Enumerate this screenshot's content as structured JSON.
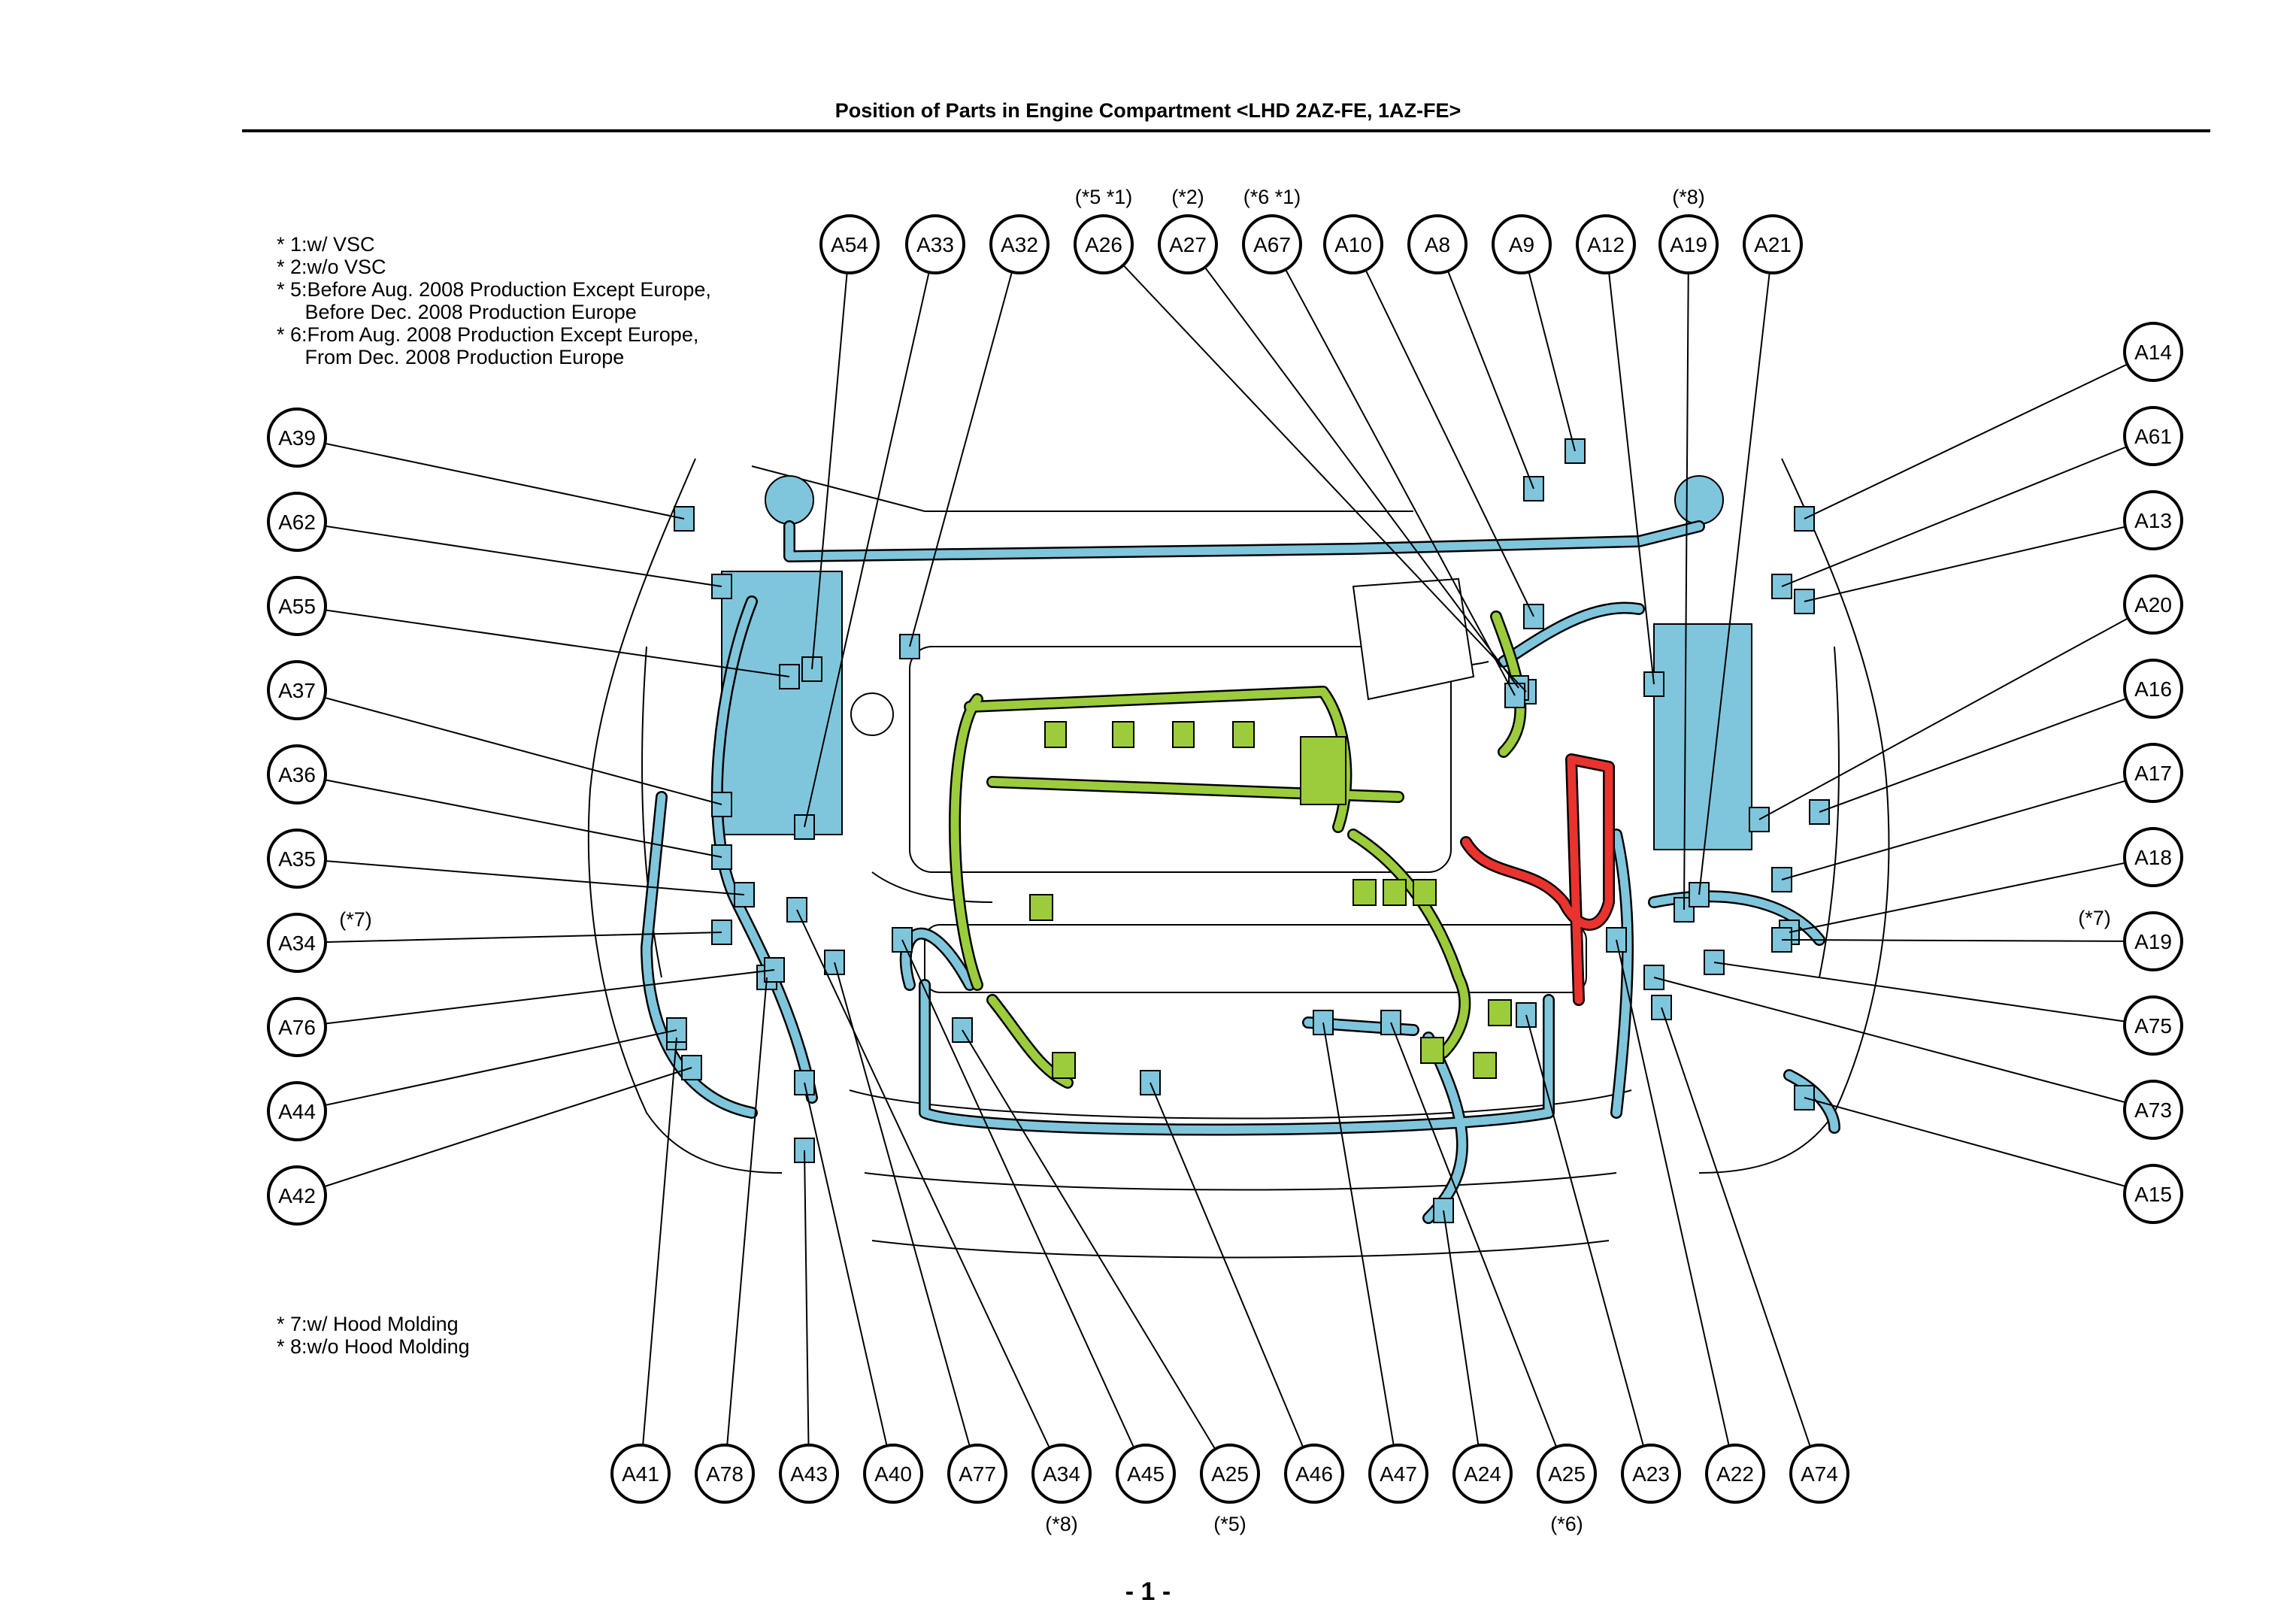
{
  "title": "Position of Parts in Engine Compartment <LHD 2AZ-FE, 1AZ-FE>",
  "page_number": "- 1 -",
  "notes_top": [
    "* 1:w/ VSC",
    "* 2:w/o VSC",
    "* 5:Before Aug. 2008 Production Except Europe,",
    "     Before Dec. 2008 Production Europe",
    "* 6:From Aug. 2008 Production Except Europe,",
    "     From Dec. 2008 Production Europe"
  ],
  "notes_bottom": [
    "* 7:w/ Hood Molding",
    "* 8:w/o Hood Molding"
  ],
  "colors": {
    "harness_blue": "#7fc6dc",
    "harness_green": "#9ccc3c",
    "harness_red": "#e8332e",
    "outline": "#000000"
  },
  "callouts": {
    "top": [
      {
        "label": "A54",
        "qualifier": ""
      },
      {
        "label": "A33",
        "qualifier": ""
      },
      {
        "label": "A32",
        "qualifier": ""
      },
      {
        "label": "A26",
        "qualifier": "(*5 *1)"
      },
      {
        "label": "A27",
        "qualifier": "(*2)"
      },
      {
        "label": "A67",
        "qualifier": "(*6 *1)"
      },
      {
        "label": "A10",
        "qualifier": ""
      },
      {
        "label": "A8",
        "qualifier": ""
      },
      {
        "label": "A9",
        "qualifier": ""
      },
      {
        "label": "A12",
        "qualifier": ""
      },
      {
        "label": "A19",
        "qualifier": "(*8)"
      },
      {
        "label": "A21",
        "qualifier": ""
      }
    ],
    "left": [
      {
        "label": "A39",
        "qualifier": ""
      },
      {
        "label": "A62",
        "qualifier": ""
      },
      {
        "label": "A55",
        "qualifier": ""
      },
      {
        "label": "A37",
        "qualifier": ""
      },
      {
        "label": "A36",
        "qualifier": ""
      },
      {
        "label": "A35",
        "qualifier": ""
      },
      {
        "label": "A34",
        "qualifier": "(*7)"
      },
      {
        "label": "A76",
        "qualifier": ""
      },
      {
        "label": "A44",
        "qualifier": ""
      },
      {
        "label": "A42",
        "qualifier": ""
      }
    ],
    "right": [
      {
        "label": "A14",
        "qualifier": ""
      },
      {
        "label": "A61",
        "qualifier": ""
      },
      {
        "label": "A13",
        "qualifier": ""
      },
      {
        "label": "A20",
        "qualifier": ""
      },
      {
        "label": "A16",
        "qualifier": ""
      },
      {
        "label": "A17",
        "qualifier": ""
      },
      {
        "label": "A18",
        "qualifier": ""
      },
      {
        "label": "A19",
        "qualifier": "(*7)"
      },
      {
        "label": "A75",
        "qualifier": ""
      },
      {
        "label": "A73",
        "qualifier": ""
      },
      {
        "label": "A15",
        "qualifier": ""
      }
    ],
    "bottom": [
      {
        "label": "A41",
        "qualifier": ""
      },
      {
        "label": "A78",
        "qualifier": ""
      },
      {
        "label": "A43",
        "qualifier": ""
      },
      {
        "label": "A40",
        "qualifier": ""
      },
      {
        "label": "A77",
        "qualifier": ""
      },
      {
        "label": "A34",
        "qualifier": "(*8)"
      },
      {
        "label": "A45",
        "qualifier": ""
      },
      {
        "label": "A25",
        "qualifier": "(*5)"
      },
      {
        "label": "A46",
        "qualifier": ""
      },
      {
        "label": "A47",
        "qualifier": ""
      },
      {
        "label": "A24",
        "qualifier": ""
      },
      {
        "label": "A25",
        "qualifier": "(*6)"
      },
      {
        "label": "A23",
        "qualifier": ""
      },
      {
        "label": "A22",
        "qualifier": ""
      },
      {
        "label": "A74",
        "qualifier": ""
      }
    ]
  }
}
